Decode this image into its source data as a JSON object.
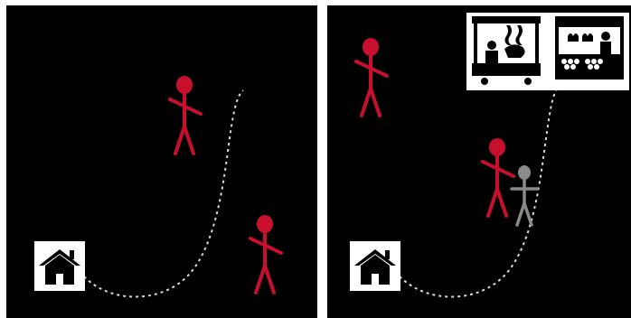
{
  "colors": {
    "background": "#000000",
    "divider": "#ffffff",
    "person": "#c8102e",
    "companion": "#8a8a8a",
    "path": "#d9d9d9",
    "icon_fill": "#000000",
    "icon_background": "#ffffff"
  },
  "panels": [
    {
      "id": "left",
      "icons": [
        "house-icon"
      ],
      "figures": [
        "person-figure",
        "person-figure"
      ],
      "path": "dotted-trail"
    },
    {
      "id": "right",
      "icons": [
        "house-icon",
        "market-stalls-icon"
      ],
      "figures": [
        "person-figure",
        "person-figure",
        "companion-figure"
      ],
      "path": "dotted-trail"
    }
  ]
}
